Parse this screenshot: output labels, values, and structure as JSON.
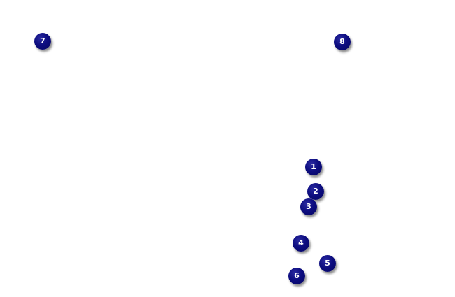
{
  "markers": [
    {
      "label": "1",
      "color": "#0d0d80"
    },
    {
      "label": "2",
      "color": "#0d0d80"
    },
    {
      "label": "3",
      "color": "#0d0d80"
    },
    {
      "label": "4",
      "color": "#0d0d80"
    },
    {
      "label": "5",
      "color": "#0d0d80"
    },
    {
      "label": "6",
      "color": "#0d0d80"
    },
    {
      "label": "7",
      "color": "#0d0d80"
    },
    {
      "label": "8",
      "color": "#0d0d80"
    }
  ],
  "background_color": "#ffffff",
  "marker_text_color": "#ffffff"
}
